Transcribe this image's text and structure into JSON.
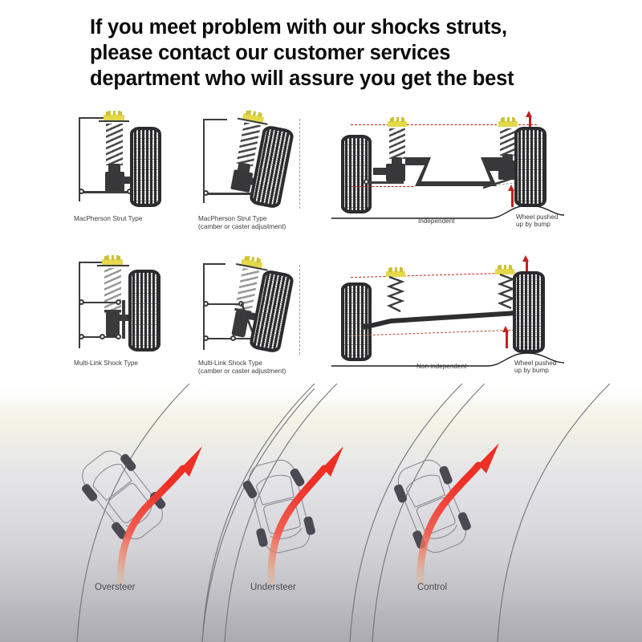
{
  "headline": {
    "line1": "If you meet problem with our shocks struts,",
    "line2": "please contact our customer services",
    "line3": "department who will assure you get the best"
  },
  "suspension_panels": [
    {
      "id": "macpherson-strut",
      "caption_line1": "MacPherson Strut Type",
      "caption_line2": ""
    },
    {
      "id": "macpherson-strut-camber",
      "caption_line1": "MacPherson Strut Type",
      "caption_line2": "(camber or caster adjustment)"
    },
    {
      "id": "independent-axle",
      "caption_line1": "Independent",
      "caption_line2": "",
      "bump_label_line1": "Wheel pushed",
      "bump_label_line2": "up by bump"
    },
    {
      "id": "multi-link-shock",
      "caption_line1": "Multi-Link Shock Type",
      "caption_line2": ""
    },
    {
      "id": "multi-link-shock-camber",
      "caption_line1": "Multi-Link Shock Type",
      "caption_line2": "(camber or caster adjustment)"
    },
    {
      "id": "non-independent-axle",
      "caption_line1": "Non independent",
      "caption_line2": "",
      "bump_label_line1": "Wheel pushed",
      "bump_label_line2": "up by bump"
    }
  ],
  "steering_scene": {
    "labels": [
      {
        "id": "oversteer",
        "text": "Oversteer"
      },
      {
        "id": "understeer",
        "text": "Understeer"
      },
      {
        "id": "control",
        "text": "Control"
      }
    ]
  },
  "colors": {
    "arrow_red": "#c0201f",
    "path_arrow_red": "#ef3b33",
    "spring_top_mount_yellow": "#e4d94a",
    "tire_dark": "#2c2c2e",
    "metal_gray": "#3c3c3c",
    "caption_text": "#3a3a3a",
    "steer_label_text": "#4a4a52",
    "background_white": "#ffffff"
  }
}
